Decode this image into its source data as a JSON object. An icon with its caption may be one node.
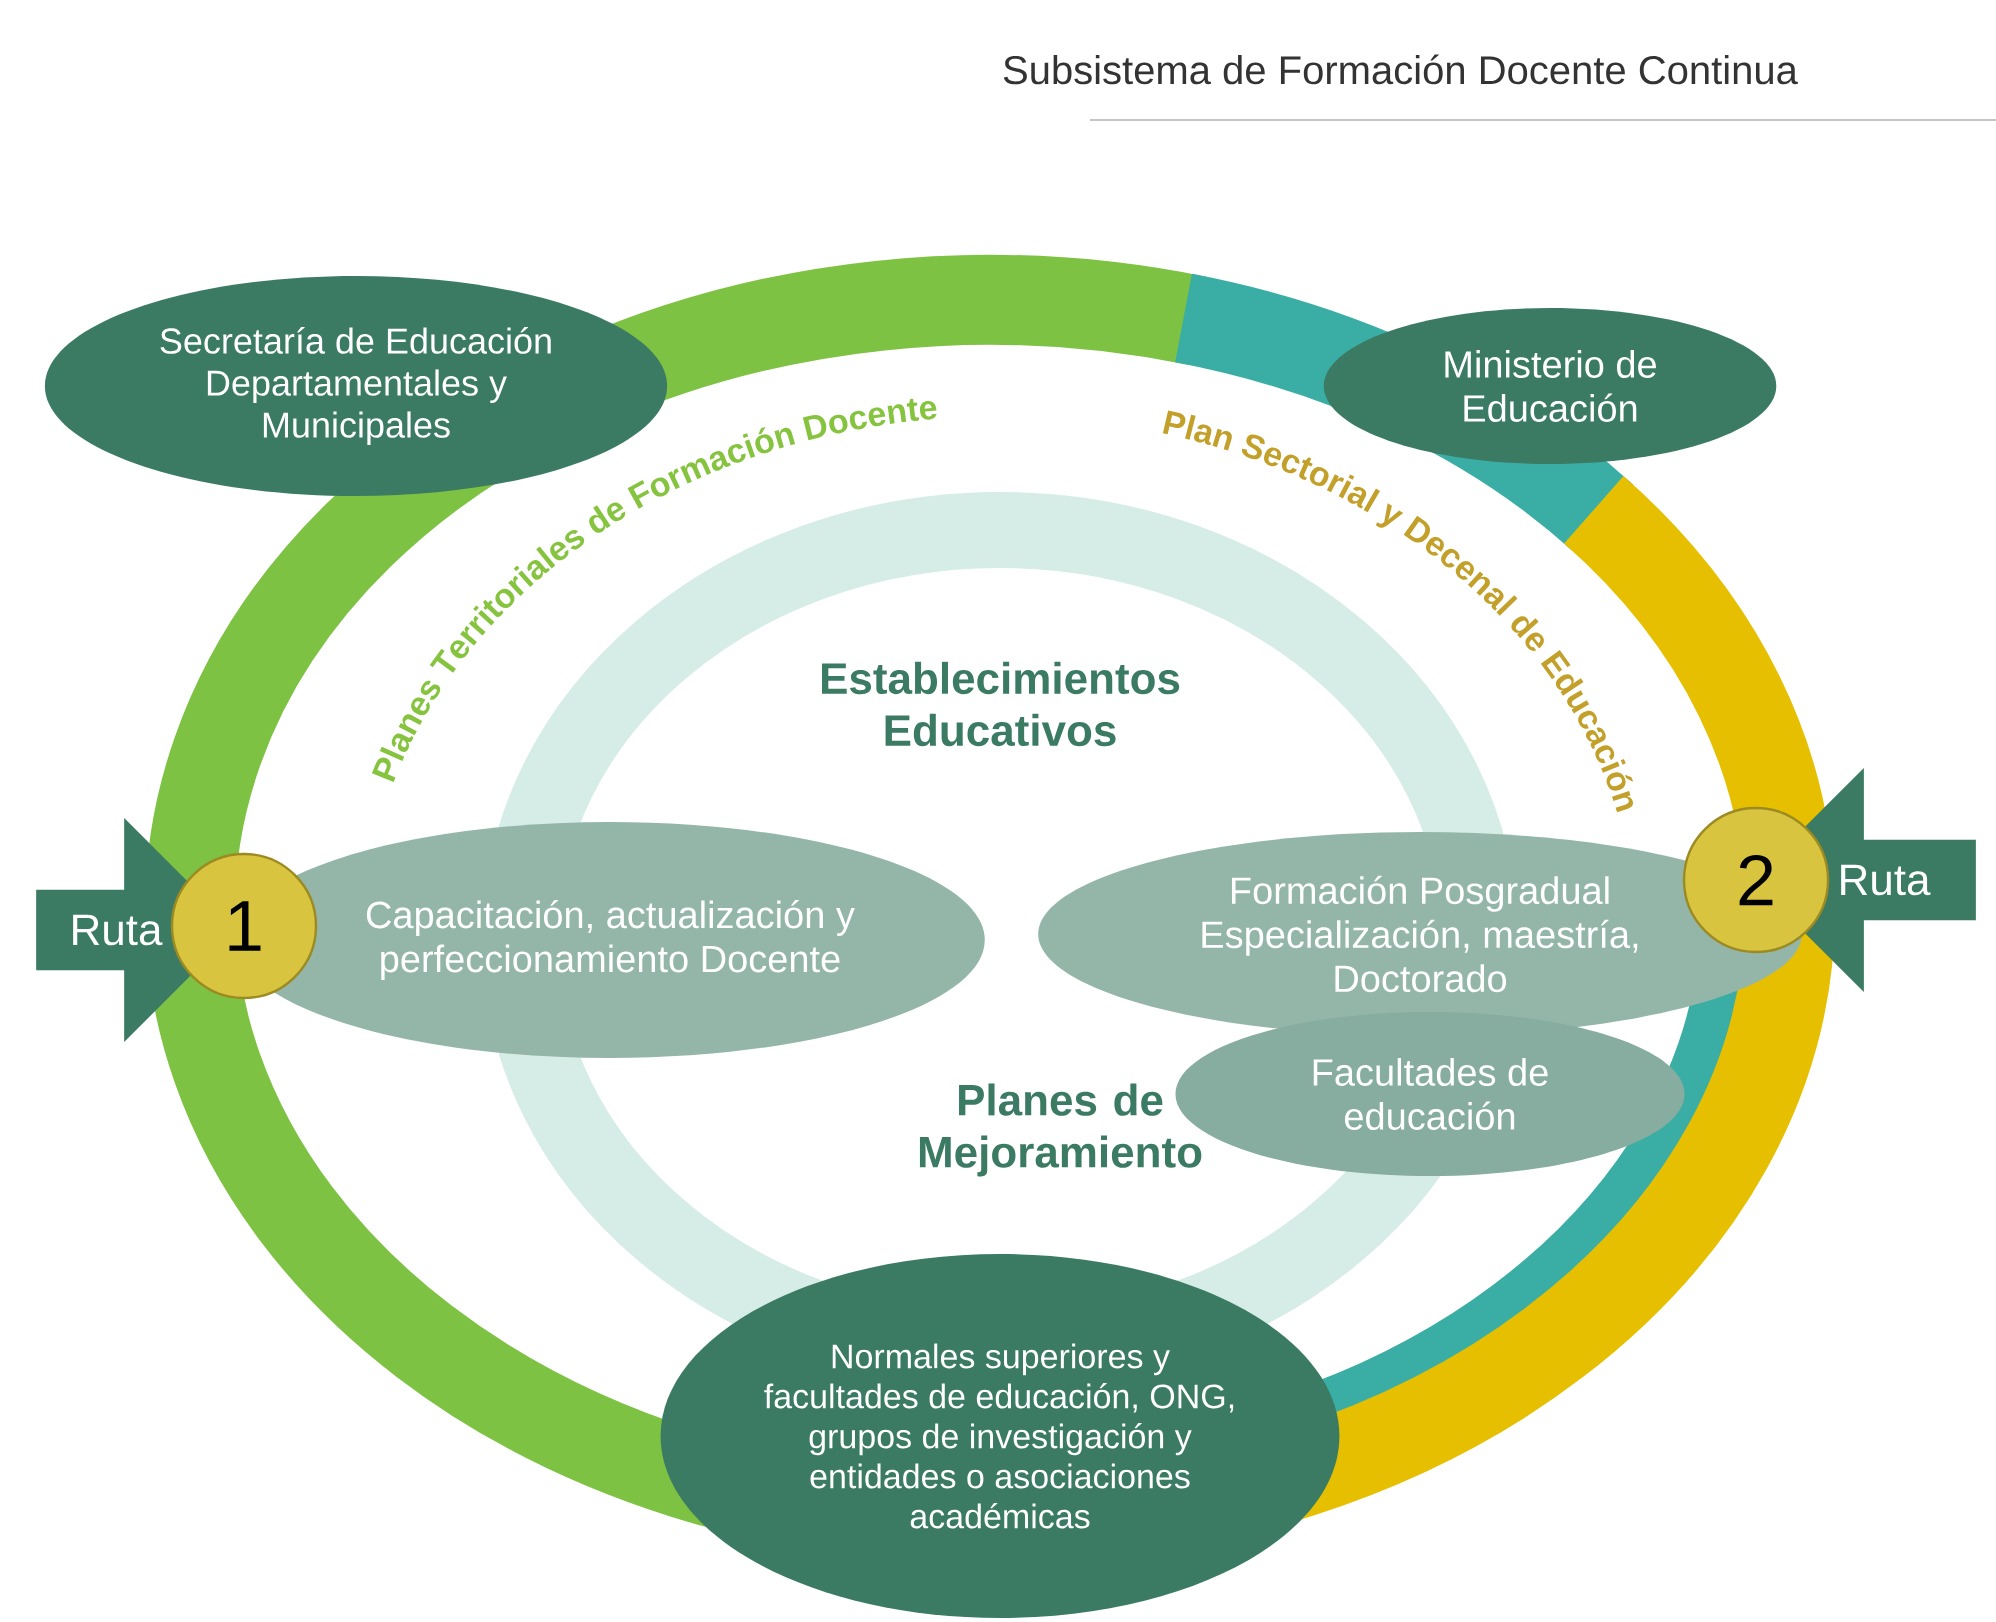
{
  "diagram": {
    "title": "Subsistema de Formación Docente Continua",
    "nodes": [
      {
        "text": [
          "Secretaría de Educación Departamentales y Municipales"
        ]
      },
      {
        "text": [
          "Ministerio de Educación"
        ]
      },
      {
        "text": [
          "Ruta"
        ]
      },
      {
        "text": [
          "1"
        ]
      },
      {
        "text": [
          "Capacitación, actualización y perfeccionamiento Docente"
        ]
      },
      {
        "text": [
          "Formación  Posgradual Especialización, maestría, Doctorado"
        ]
      },
      {
        "text": [
          "2"
        ]
      },
      {
        "text": [
          "Ruta"
        ]
      },
      {
        "text": [
          "Facultades de educación"
        ]
      },
      {
        "text": [
          "Normales superiores y facultades de educación, ONG, grupos de investigación y entidades o asociaciones académicas"
        ]
      }
    ],
    "labels": [
      "Planes Territoriales de Formación Docente",
      "Plan Sectorial y Decenal de Educación",
      "Establecimientos Educativos",
      "Planes de Mejoramiento"
    ]
  }
}
